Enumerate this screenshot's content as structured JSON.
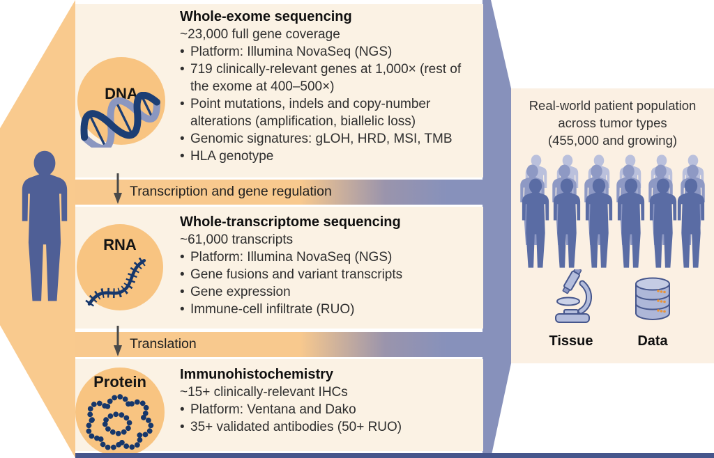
{
  "colors": {
    "arrow_orange": "#F9CA8E",
    "circle_orange": "#F8C481",
    "panel_cream": "#FBF2E4",
    "right_panel_cream": "#FBF0E3",
    "band_slate_blue": "#8791BB",
    "footer_blue": "#46568C",
    "silhouette_blue": "#4F5F96",
    "molecule_navy": "#1C3E74",
    "crowd_front": "#5A6CA4",
    "crowd_middle": "#8E99C4",
    "crowd_back": "#BAC0DC",
    "db_dot_orange": "#E8933A"
  },
  "pipeline": {
    "dna": {
      "circle_label": "DNA",
      "title": "Whole-exome sequencing",
      "subtitle": "~23,000 full gene coverage",
      "bullets": [
        "Platform: Illumina NovaSeq (NGS)",
        "719 clinically-relevant genes at 1,000× (rest of the exome at 400–500×)",
        "Point mutations, indels and copy-number alterations (amplification, biallelic loss)",
        "Genomic signatures: gLOH, HRD, MSI, TMB",
        "HLA genotype"
      ]
    },
    "transcription_band": {
      "label": "Transcription and gene regulation"
    },
    "rna": {
      "circle_label": "RNA",
      "title": "Whole-transcriptome sequencing",
      "subtitle": "~61,000 transcripts",
      "bullets": [
        "Platform: Illumina NovaSeq (NGS)",
        "Gene fusions and variant transcripts",
        "Gene expression",
        "Immune-cell infiltrate (RUO)"
      ]
    },
    "translation_band": {
      "label": "Translation"
    },
    "protein": {
      "circle_label": "Protein",
      "title": "Immunohistochemistry",
      "subtitle": "~15+ clinically-relevant IHCs",
      "bullets": [
        "Platform: Ventana and Dako",
        "35+ validated antibodies (50+ RUO)"
      ]
    }
  },
  "right_panel": {
    "title_line1": "Real-world patient population",
    "title_line2": "across tumor types",
    "title_line3": "(455,000 and growing)",
    "tissue_label": "Tissue",
    "data_label": "Data"
  }
}
